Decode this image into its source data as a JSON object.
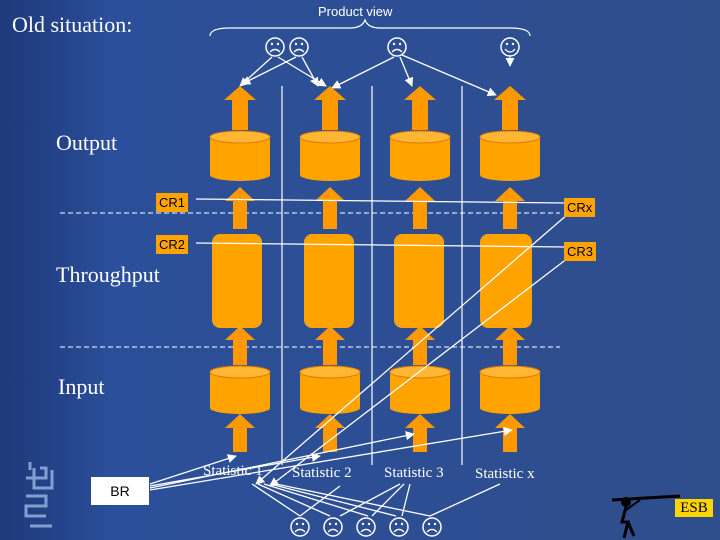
{
  "title": "Old situation:",
  "product_view": "Product view",
  "layers": {
    "output": "Output",
    "throughput": "Throughput",
    "input": "Input"
  },
  "cr_labels": {
    "cr1": "CR1",
    "cr2": "CR2",
    "crx": "CRx",
    "cr3": "CR3"
  },
  "br": "BR",
  "statistics": [
    "Statistic 1",
    "Statistic 2",
    "Statistic 3",
    "Statistic x"
  ],
  "esb": "ESB",
  "colors": {
    "background": "#2F4E8C",
    "block": "#FFA300",
    "block_edge": "#E07A00",
    "arrow": "#FF9900",
    "line": "#FFFFFF"
  },
  "icons": {
    "top_faces": [
      "sad-face-icon",
      "sad-face-icon",
      "sad-face-icon",
      "happy-face-icon"
    ],
    "bottom_faces": [
      "sad-face-icon",
      "sad-face-icon",
      "sad-face-icon",
      "sad-face-icon",
      "sad-face-icon"
    ],
    "logo": "cbs-logo",
    "esb_figure": "telescope-figure-icon"
  }
}
